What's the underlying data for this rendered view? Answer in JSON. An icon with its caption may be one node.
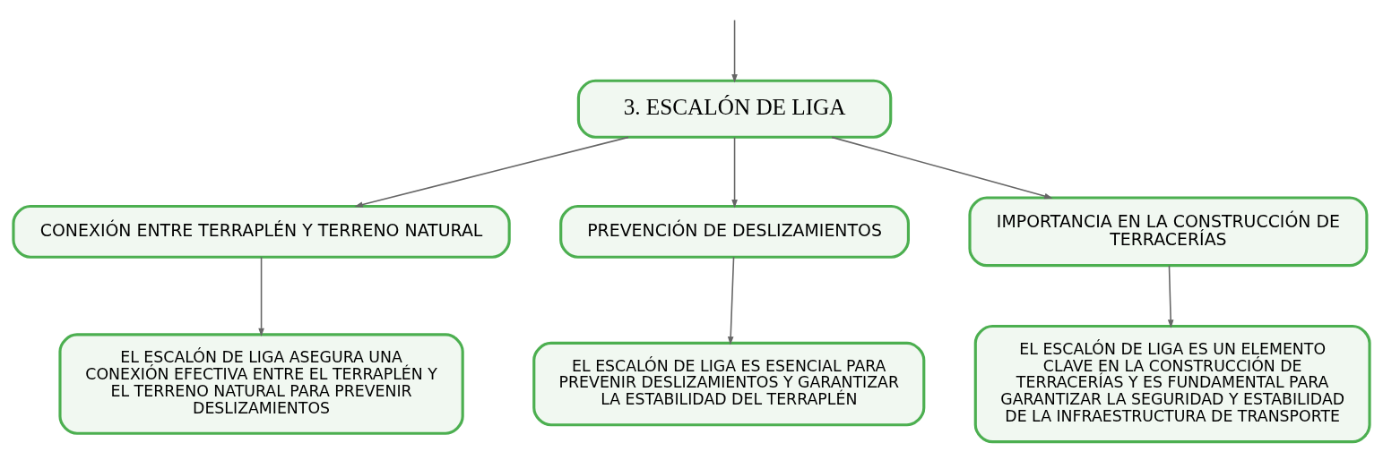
{
  "diagram": {
    "nodes": [
      {
        "text": [
          "3. ESCALÓN DE LIGA"
        ]
      },
      {
        "text": [
          "CONEXIÓN ENTRE TERRAPLÉN Y TERRENO NATURAL"
        ]
      },
      {
        "text": [
          "PREVENCIÓN DE DESLIZAMIENTOS"
        ]
      },
      {
        "text": [
          "IMPORTANCIA EN LA CONSTRUCCIÓN DE TERRACERÍAS"
        ]
      },
      {
        "text": [
          "EL ESCALÓN DE LIGA ASEGURA UNA CONEXIÓN EFECTIVA ENTRE EL TERRAPLÉN Y EL TERRENO NATURAL PARA PREVENIR DESLIZAMIENTOS"
        ]
      },
      {
        "text": [
          "EL ESCALÓN DE LIGA ES ESENCIAL PARA PREVENIR DESLIZAMIENTOS Y GARANTIZAR LA ESTABILIDAD DEL TERRAPLÉN"
        ]
      },
      {
        "text": [
          "EL ESCALÓN DE LIGA ES UN ELEMENTO CLAVE EN LA CONSTRUCCIÓN DE TERRACERÍAS Y ES FUNDAMENTAL PARA GARANTIZAR LA SEGURIDAD Y ESTABILIDAD DE LA INFRAESTRUCTURA DE TRANSPORTE"
        ]
      }
    ],
    "edges": [
      {
        "from": null,
        "to": 0,
        "arrow": "to"
      },
      {
        "from": 0,
        "to": 1,
        "arrow": "to"
      },
      {
        "from": 0,
        "to": 2,
        "arrow": "to"
      },
      {
        "from": 0,
        "to": 3,
        "arrow": "to"
      },
      {
        "from": 1,
        "to": 4,
        "arrow": "to"
      },
      {
        "from": 2,
        "to": 5,
        "arrow": "to"
      },
      {
        "from": 3,
        "to": 6,
        "arrow": "to"
      }
    ]
  }
}
